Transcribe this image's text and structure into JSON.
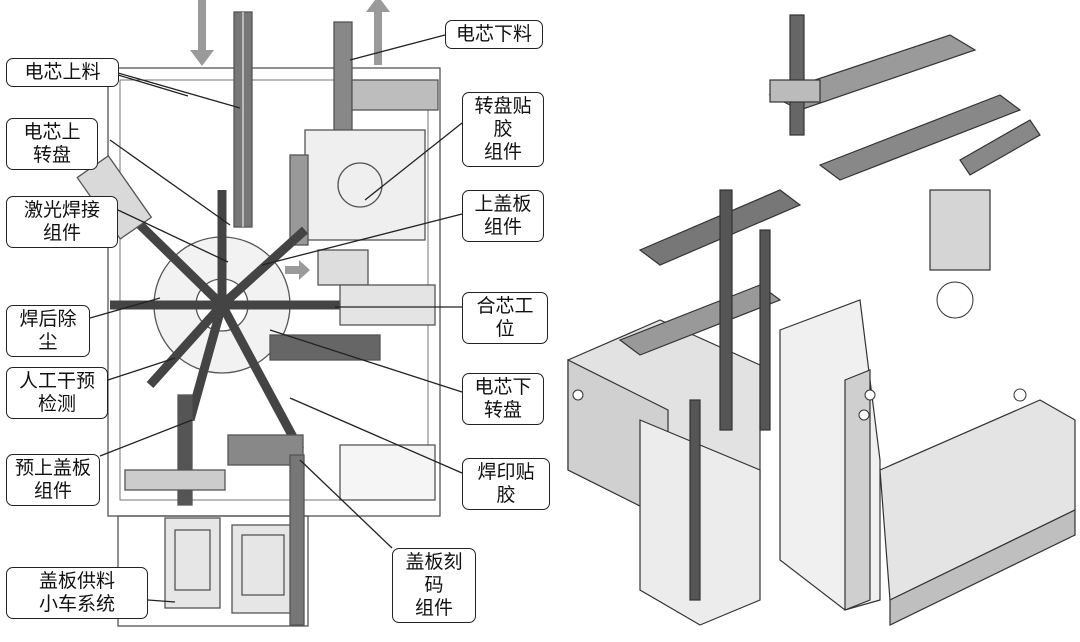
{
  "left_panel": {
    "callouts": [
      {
        "id": "cell-loading",
        "text": "电芯上料"
      },
      {
        "id": "cell-upper-turntable",
        "text": "电芯上\n转盘"
      },
      {
        "id": "laser-welding",
        "text": "激光焊接\n组件"
      },
      {
        "id": "post-weld-dust-removal",
        "text": "焊后除尘"
      },
      {
        "id": "manual-dry-precheck",
        "text": "人工干预\n检测"
      },
      {
        "id": "pre-top-cover",
        "text": "预上盖板\n组件"
      },
      {
        "id": "cover-supply-cart",
        "text": "盖板供料\n小车系统"
      },
      {
        "id": "cell-unloading",
        "text": "电芯下料"
      },
      {
        "id": "turntable-taping",
        "text": "转盘贴胶\n组件"
      },
      {
        "id": "top-cover",
        "text": "上盖板\n组件"
      },
      {
        "id": "cell-combining-station",
        "text": "合芯工位"
      },
      {
        "id": "cell-lower-turntable",
        "text": "电芯下\n转盘"
      },
      {
        "id": "weld-mark-taping",
        "text": "焊印贴胶"
      },
      {
        "id": "cover-laser-coding",
        "text": "盖板刻码\n组件"
      }
    ]
  },
  "colors": {
    "line": "#222222",
    "machine": "#555555",
    "fill_gray": "#bdbdbd",
    "fill_light": "#ececec",
    "arrow": "#9a9a9a"
  }
}
